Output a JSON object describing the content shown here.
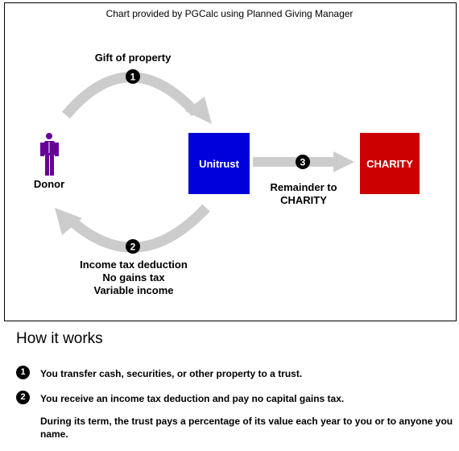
{
  "diagram": {
    "caption": "Chart provided by PGCalc using Planned Giving Manager",
    "donor_label": "Donor",
    "gift_label": "Gift of property",
    "step1": "1",
    "step2": "2",
    "step3": "3",
    "unitrust_label": "Unitrust",
    "charity_label": "CHARITY",
    "remainder_line1": "Remainder to",
    "remainder_line2": "CHARITY",
    "benefit_line1": "Income tax deduction",
    "benefit_line2": "No gains tax",
    "benefit_line3": "Variable income",
    "colors": {
      "unitrust": "#0000dd",
      "charity": "#cc0000",
      "donor": "#660099",
      "arrow": "#cccccc"
    }
  },
  "how": {
    "title": "How it works",
    "step1_badge": "1",
    "step1_text": "You transfer cash, securities, or other property to a trust.",
    "step2_badge": "2",
    "step2_text": "You receive an income tax deduction and pay no capital gains tax.",
    "step2_more": "During its term, the trust pays a percentage of its value each year to you or to anyone you name."
  }
}
